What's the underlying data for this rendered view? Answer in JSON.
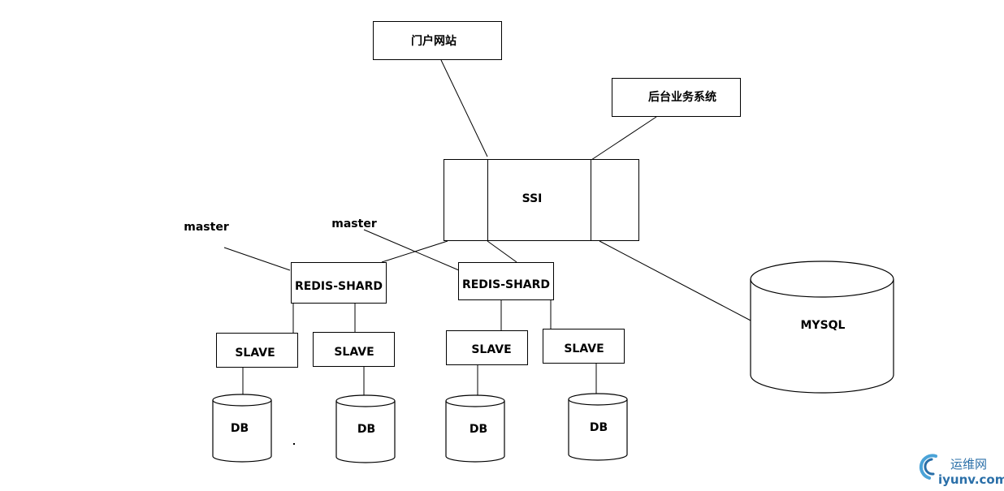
{
  "nodes": {
    "portal": "门户网站",
    "backend": "后台业务系统",
    "ssi": "SSI",
    "mysql": "MYSQL",
    "master_left": "master",
    "master_right": "master",
    "shard_left": "REDIS-SHARD",
    "shard_right": "REDIS-SHARD",
    "slave_1": "SLAVE",
    "slave_2": "SLAVE",
    "slave_3": "SLAVE",
    "slave_4": "SLAVE",
    "db_1": "DB",
    "db_2": "DB",
    "db_3": "DB",
    "db_4": "DB"
  },
  "watermark": {
    "cn": "运维网",
    "en": "iyunv.com",
    "color": "#2a6fa8"
  }
}
